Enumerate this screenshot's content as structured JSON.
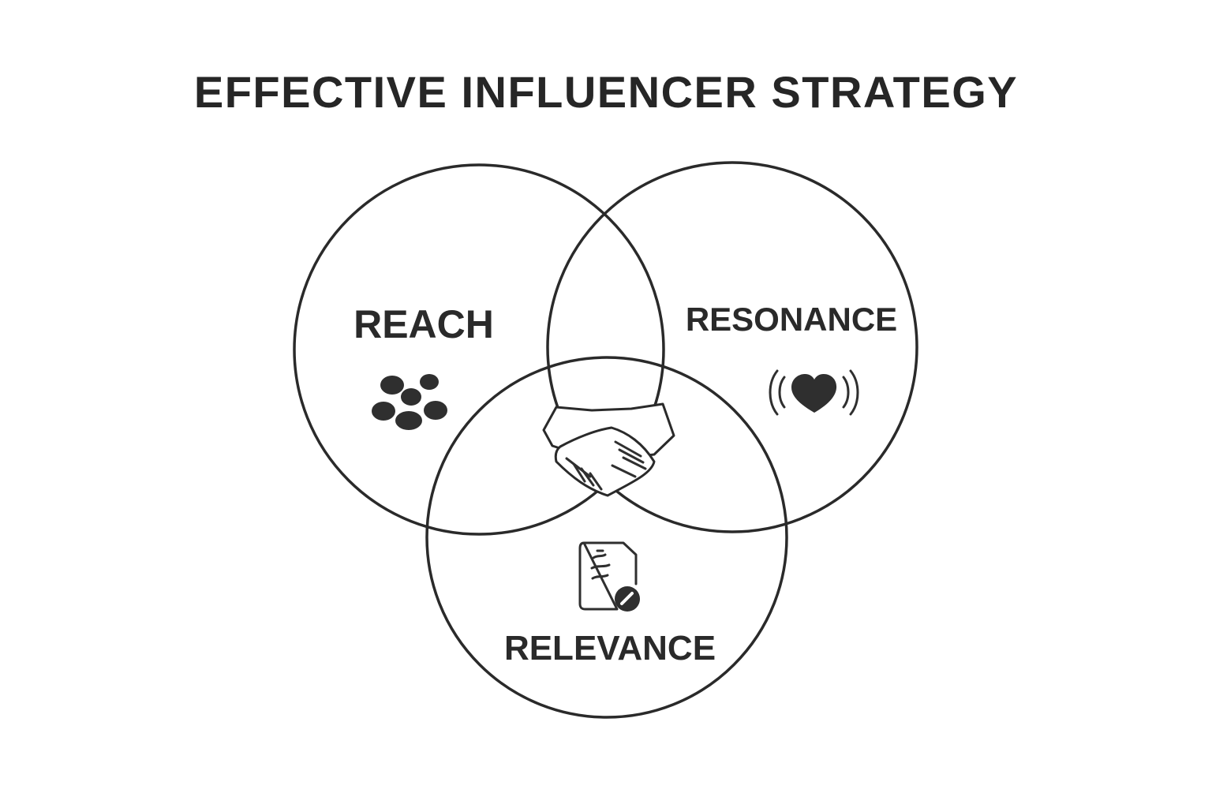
{
  "title": "EFFECTIVE INFLUENCER STRATEGY",
  "circles": {
    "reach": {
      "label": "REACH",
      "icon": "audience-dots-icon"
    },
    "resonance": {
      "label": "RESONANCE",
      "icon": "heart-waves-icon"
    },
    "relevance": {
      "label": "RELEVANCE",
      "icon": "document-check-icon"
    }
  },
  "center": {
    "icon": "handshake-icon"
  },
  "colors": {
    "stroke": "#2a2a2a",
    "background": "#ffffff"
  }
}
